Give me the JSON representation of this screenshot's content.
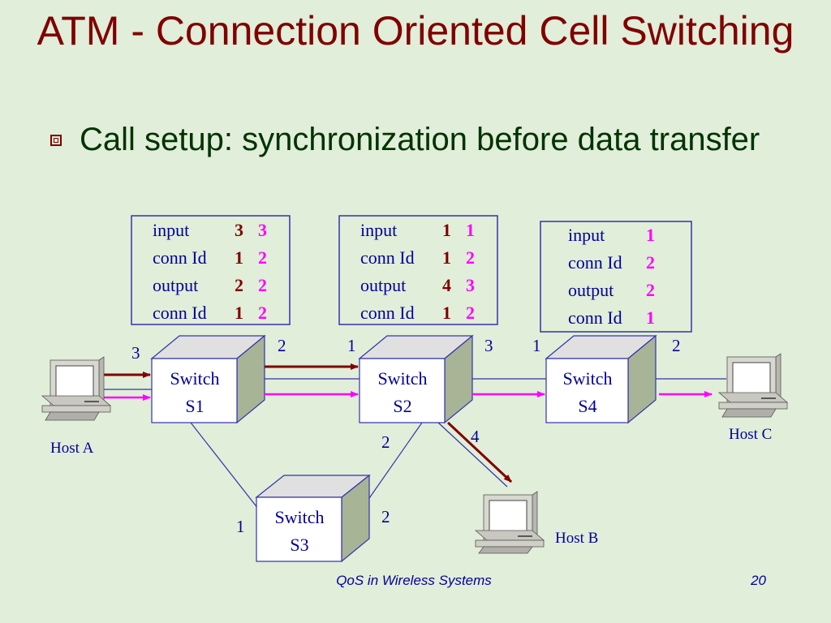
{
  "slide": {
    "title": "ATM - Connection Oriented  Cell Switching",
    "bullet": "Call setup: synchronization before data transfer",
    "footer_center": "QoS in Wireless Systems",
    "page_number": "20"
  },
  "colors": {
    "background": "#e1eed9",
    "title": "#800000",
    "bullet_text": "#003300",
    "table_border": "#3333aa",
    "switch_front": "#ffffff",
    "switch_top": "#e0e0e0",
    "switch_side": "#a8b496",
    "setup_arrow": "#800000",
    "data_arrow": "#ff00ff",
    "link_line": "#3333aa",
    "label_text": "#000099",
    "footer_text": "#000099"
  },
  "tables": {
    "s1": {
      "rows": [
        {
          "label": "input",
          "v1": "3",
          "v2": "3"
        },
        {
          "label": "conn Id",
          "v1": "1",
          "v2": "2"
        },
        {
          "label": "output",
          "v1": "2",
          "v2": "2"
        },
        {
          "label": "conn Id",
          "v1": "1",
          "v2": "2"
        }
      ]
    },
    "s2": {
      "rows": [
        {
          "label": "input",
          "v1": "1",
          "v2": "1"
        },
        {
          "label": "conn Id",
          "v1": "1",
          "v2": "2"
        },
        {
          "label": "output",
          "v1": "4",
          "v2": "3"
        },
        {
          "label": "conn Id",
          "v1": "1",
          "v2": "2"
        }
      ]
    },
    "s4": {
      "rows": [
        {
          "label": "input",
          "v2": "1"
        },
        {
          "label": "conn Id",
          "v2": "2"
        },
        {
          "label": "output",
          "v2": "2"
        },
        {
          "label": "conn Id",
          "v2": "1"
        }
      ]
    }
  },
  "switches": {
    "s1": {
      "line1": "Switch",
      "line2": "S1"
    },
    "s2": {
      "line1": "Switch",
      "line2": "S2"
    },
    "s3": {
      "line1": "Switch",
      "line2": "S3"
    },
    "s4": {
      "line1": "Switch",
      "line2": "S4"
    }
  },
  "hosts": {
    "a": "Host A",
    "b": "Host B",
    "c": "Host C"
  },
  "ports": {
    "s1_in": "3",
    "s1_out": "2",
    "s2_in": "1",
    "s2_out_right": "3",
    "s2_out_down": "4",
    "s2_s3": "2",
    "s4_in": "1",
    "s4_out": "2",
    "s3_left": "1",
    "s3_right": "2"
  }
}
